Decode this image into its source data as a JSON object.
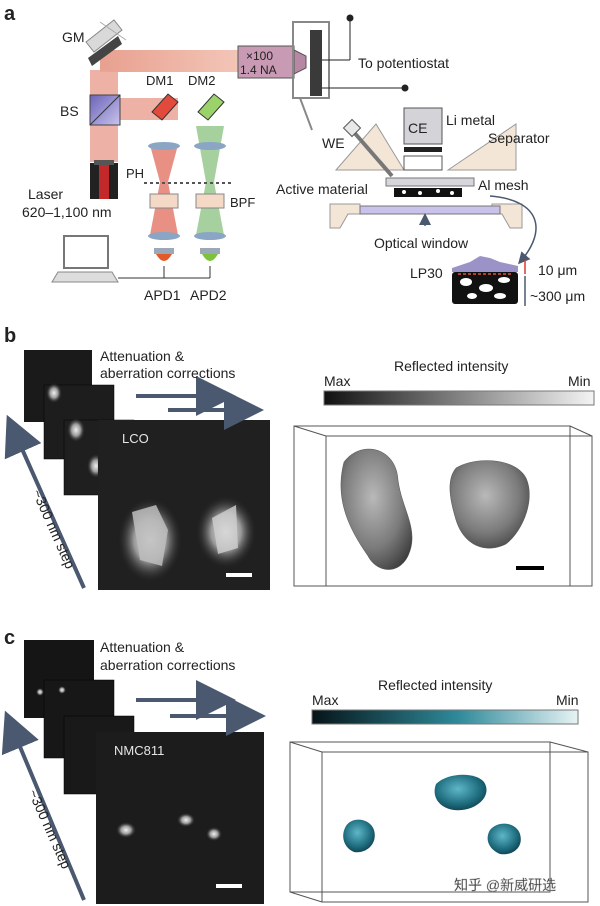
{
  "panel_a": {
    "label": "a",
    "gm": "GM",
    "bs": "BS",
    "dm1": "DM1",
    "dm2": "DM2",
    "ph": "PH",
    "bpf": "BPF",
    "laser": "Laser",
    "laser_range": "620–1,100 nm",
    "objective_mag": "×100",
    "objective_na": "1.4 NA",
    "potentiostat": "To potentiostat",
    "ce": "CE",
    "li_metal": "Li metal",
    "separator": "Separator",
    "we": "WE",
    "active_material": "Active material",
    "al_mesh": "Al mesh",
    "optical_window": "Optical window",
    "lp30": "LP30",
    "thick_10": "10 μm",
    "thick_300": "~300 μm",
    "apd1": "APD1",
    "apd2": "APD2"
  },
  "panel_b": {
    "label": "b",
    "corrections_line1": "Attenuation &",
    "corrections_line2": "aberration corrections",
    "intensity_title": "Reflected intensity",
    "max": "Max",
    "min": "Min",
    "sample": "LCO",
    "step": "~300 nm step"
  },
  "panel_c": {
    "label": "c",
    "corrections_line1": "Attenuation &",
    "corrections_line2": "aberration corrections",
    "intensity_title": "Reflected intensity",
    "max": "Max",
    "min": "Min",
    "sample": "NMC811",
    "step": "~300 nm step"
  },
  "watermark": "知乎 @新威研选",
  "colors": {
    "red_beam": "#e0746a",
    "green_beam": "#8fc28a",
    "arrow": "#4a5870",
    "teal": "#1c6f82"
  }
}
